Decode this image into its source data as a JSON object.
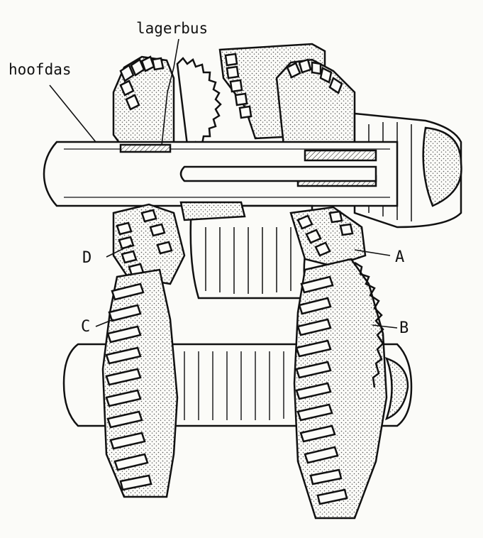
{
  "labels": {
    "lagerbus": "lagerbus",
    "hoofdas": "hoofdas",
    "A": "A",
    "B": "B",
    "C": "C",
    "D": "D"
  },
  "colors": {
    "ink": "#111111",
    "paper": "#fbfbf8",
    "stipple": "#555555"
  }
}
